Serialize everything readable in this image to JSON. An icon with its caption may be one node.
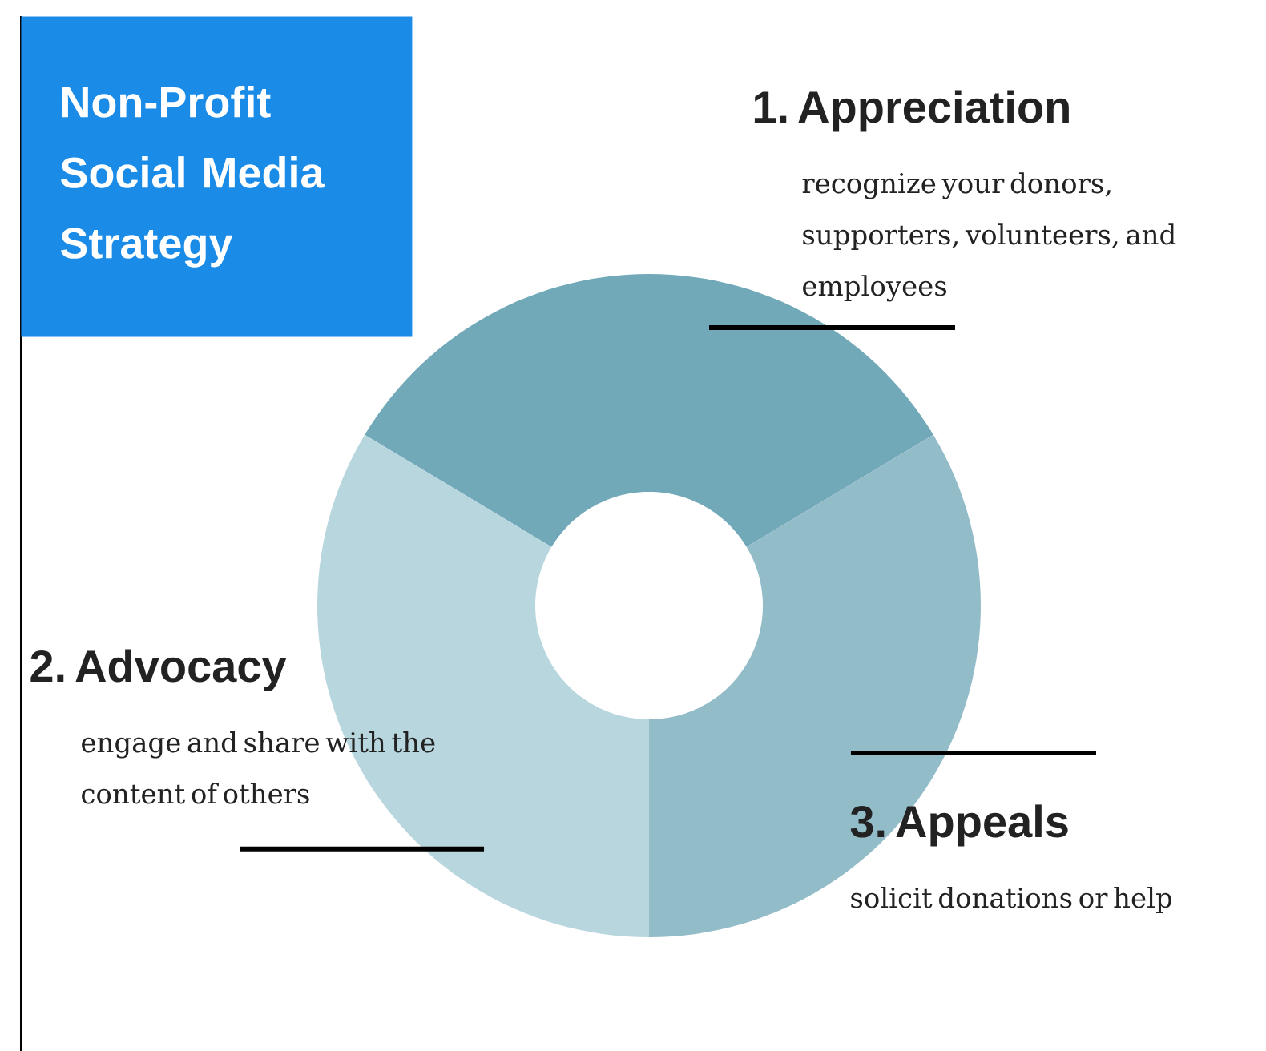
{
  "diagram": {
    "nodes": [
      {
        "text": [
          "Non-Profit Social Media Strategy"
        ]
      },
      {
        "text": [
          "1. Appreciation",
          "recognize your donors, supporters, volunteers, and employees"
        ]
      },
      {
        "text": [
          "2. Advocacy",
          "engage and share with the content of others"
        ]
      },
      {
        "text": [
          "3. Appeals",
          "solicit donations or help"
        ]
      },
      {
        "text": [],
        "shape": "segment"
      },
      {
        "text": [],
        "shape": "segment"
      },
      {
        "text": [],
        "shape": "segment"
      }
    ],
    "edges": [
      {
        "from": 1,
        "to": 4,
        "arrow": "none"
      },
      {
        "from": 2,
        "to": 5,
        "arrow": "none"
      },
      {
        "from": 3,
        "to": 6,
        "arrow": "none"
      }
    ]
  }
}
